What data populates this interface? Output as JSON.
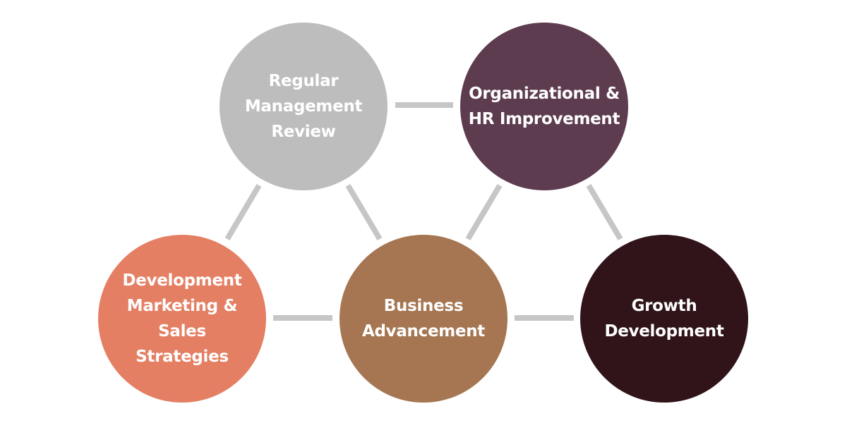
{
  "nodes": {
    "review": {
      "label": "Regular\nManagement\nReview",
      "color": "#bdbdbd"
    },
    "hr": {
      "label": "Organizational &\nHR Improvement",
      "color": "#5e3c50"
    },
    "marketing": {
      "label": "Development\nMarketing & Sales\nStrategies",
      "color": "#e47f63"
    },
    "business": {
      "label": "Business\nAdvancement",
      "color": "#a57651"
    },
    "growth": {
      "label": "Growth\nDevelopment",
      "color": "#301419"
    }
  },
  "connector_color": "#c6c6c6"
}
